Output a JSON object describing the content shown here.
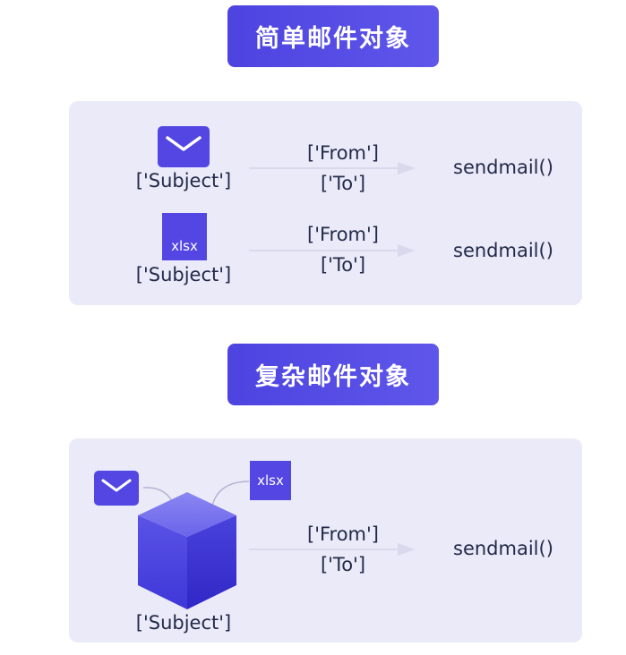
{
  "simple": {
    "title": "简单邮件对象",
    "rows": [
      {
        "attachment_label": "",
        "subject": "['Subject']",
        "from": "['From']",
        "to": "['To']",
        "method": "sendmail()"
      },
      {
        "attachment_label": "xlsx",
        "subject": "['Subject']",
        "from": "['From']",
        "to": "['To']",
        "method": "sendmail()"
      }
    ]
  },
  "complex": {
    "title": "复杂邮件对象",
    "attachment_label": "xlsx",
    "subject": "['Subject']",
    "from": "['From']",
    "to": "['To']",
    "method": "sendmail()"
  },
  "colors": {
    "accent": "#5446e3",
    "panel": "#eaeaf8",
    "text": "#232a4a",
    "arrow": "#d9d9ee"
  },
  "icons": {
    "mail": "envelope-icon",
    "attachment": "xlsx-file-icon",
    "container": "cube-icon"
  }
}
